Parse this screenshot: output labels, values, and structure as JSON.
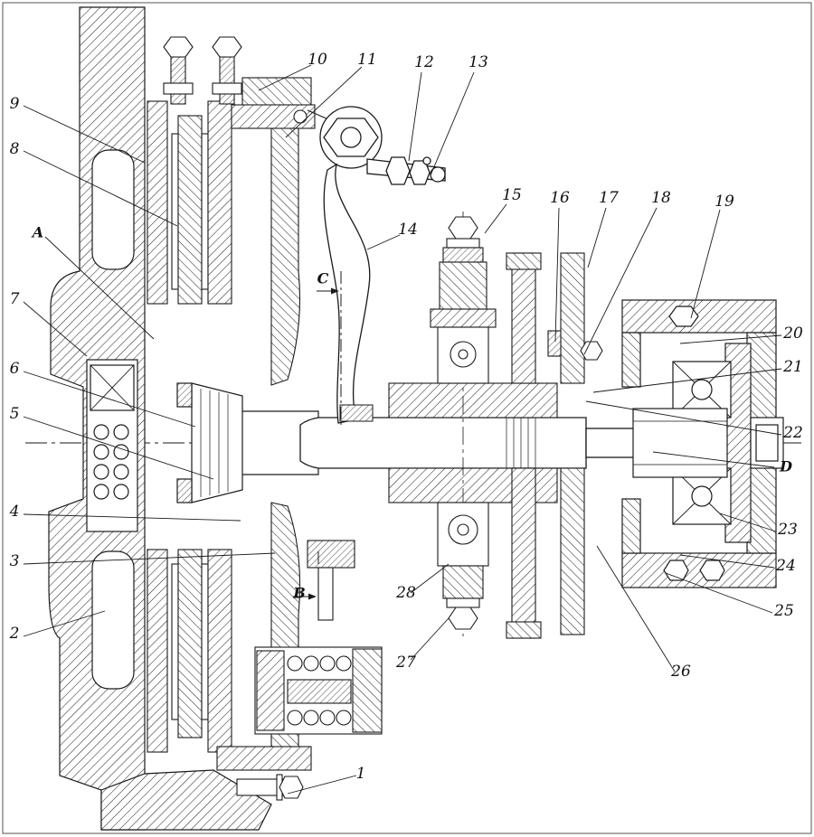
{
  "colors": {
    "ink": "#1a1a1a",
    "paper": "#fdfdfc"
  },
  "callouts": [
    {
      "text": "9"
    },
    {
      "text": "8"
    },
    {
      "text": "A"
    },
    {
      "text": "7"
    },
    {
      "text": "6"
    },
    {
      "text": "5"
    },
    {
      "text": "4"
    },
    {
      "text": "3"
    },
    {
      "text": "2"
    },
    {
      "text": "10"
    },
    {
      "text": "11"
    },
    {
      "text": "12"
    },
    {
      "text": "13"
    },
    {
      "text": "14"
    },
    {
      "text": "15"
    },
    {
      "text": "16"
    },
    {
      "text": "17"
    },
    {
      "text": "18"
    },
    {
      "text": "19"
    },
    {
      "text": "20"
    },
    {
      "text": "21"
    },
    {
      "text": "22"
    },
    {
      "text": "D"
    },
    {
      "text": "23"
    },
    {
      "text": "24"
    },
    {
      "text": "25"
    },
    {
      "text": "26"
    },
    {
      "text": "27"
    },
    {
      "text": "28"
    },
    {
      "text": "1"
    },
    {
      "text": "C"
    },
    {
      "text": "B"
    }
  ]
}
